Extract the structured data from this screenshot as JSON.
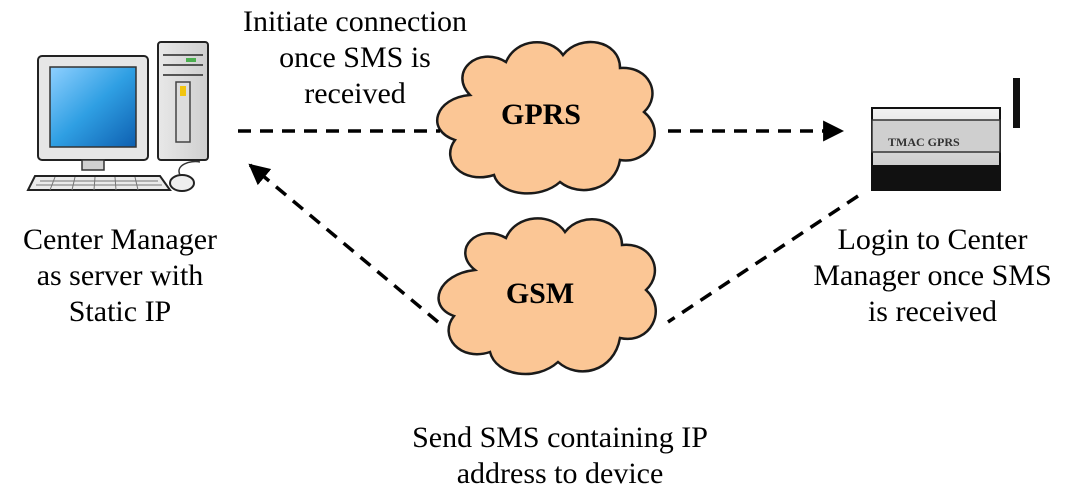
{
  "labels": {
    "top": [
      "Initiate connection",
      "once SMS is",
      "received"
    ],
    "left": [
      "Center Manager",
      "as server with",
      "Static IP"
    ],
    "right": [
      "Login to Center",
      "Manager once SMS",
      "is received"
    ],
    "bottom": [
      "Send SMS containing IP",
      "address to device"
    ]
  },
  "clouds": {
    "gprs": "GPRS",
    "gsm": "GSM"
  },
  "device": {
    "label": "TMAC GPRS"
  },
  "colors": {
    "cloud_fill": "#fbc695",
    "cloud_stroke": "#1a1a1a",
    "screen_fill": "#2f9fe3",
    "arrow": "#000000"
  }
}
